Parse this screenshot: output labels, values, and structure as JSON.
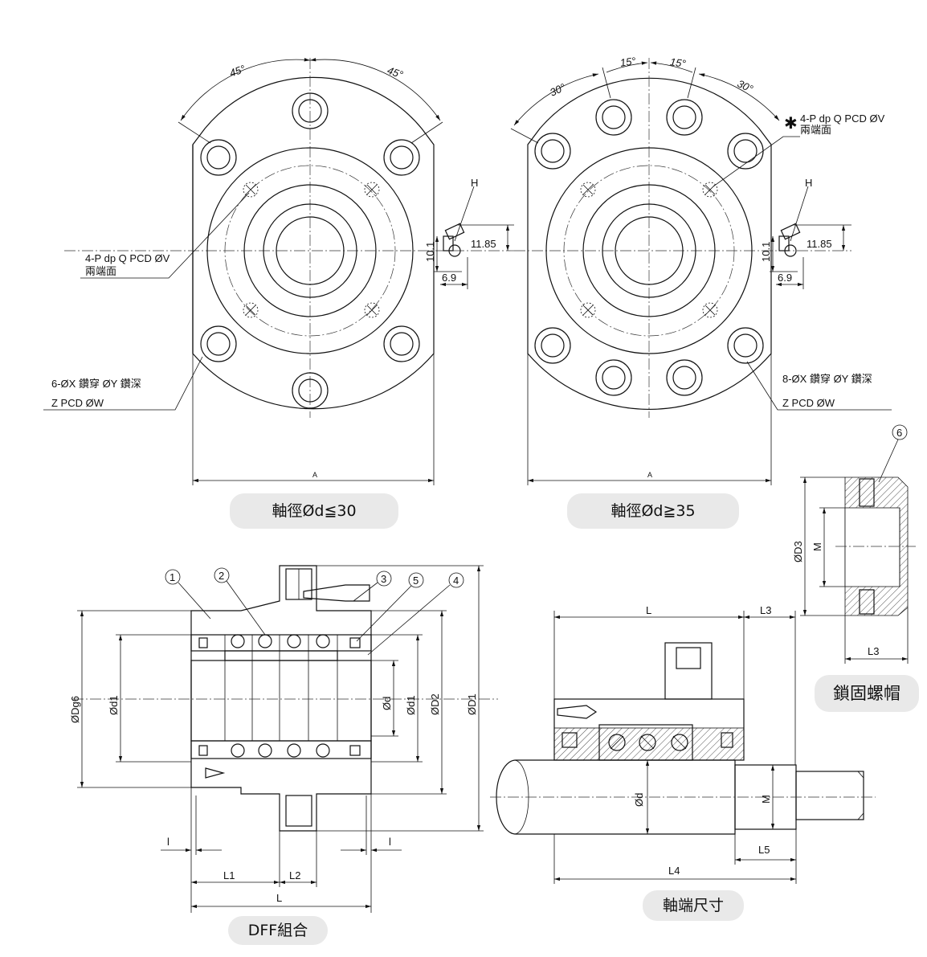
{
  "front_small": {
    "angle_left": "45°",
    "angle_right": "45°",
    "tap_label_line1": "4-P dp Q PCD ØV",
    "tap_label_line2": "兩端面",
    "hole_label": "6-ØX 鑽穿 ØY 鑽深",
    "pcd_label": "Z PCD ØW",
    "grease_label": "H",
    "dim_1185": "11.85",
    "dim_101": "10.1",
    "dim_69": "6.9",
    "width_label": "A",
    "caption": "軸徑Ød≦30"
  },
  "front_large": {
    "angle_30_left": "30°",
    "angle_15_left": "15°",
    "angle_15_right": "15°",
    "angle_30_right": "30°",
    "asterisk": "✱",
    "tap_label_line1": "4-P dp Q PCD ØV",
    "tap_label_line2": "兩端面",
    "hole_label": "8-ØX 鑽穿 ØY 鑽深",
    "pcd_label": "Z PCD ØW",
    "grease_label": "H",
    "dim_1185": "11.85",
    "dim_101": "10.1",
    "dim_69": "6.9",
    "width_label": "A",
    "caption": "軸徑Ød≧35"
  },
  "section": {
    "balloons": [
      "1",
      "2",
      "3",
      "5",
      "4"
    ],
    "dim_dg6": "ØDg6",
    "dim_d1_left": "Ød1",
    "dim_d": "Ød",
    "dim_d1_right": "Ød1",
    "dim_d2": "ØD2",
    "dim_D1": "ØD1",
    "dim_l_left": "l",
    "dim_l_right": "l",
    "dim_L1": "L1",
    "dim_L2": "L2",
    "dim_L": "L",
    "caption": "DFF組合"
  },
  "shaft_end": {
    "dim_L": "L",
    "dim_L3": "L3",
    "dim_d": "Ød",
    "dim_M": "M",
    "dim_L5": "L5",
    "dim_L4": "L4",
    "caption": "軸端尺寸"
  },
  "lock_nut": {
    "balloon": "6",
    "dim_D3": "ØD3",
    "dim_M": "M",
    "dim_L3": "L3",
    "caption": "鎖固螺帽"
  }
}
